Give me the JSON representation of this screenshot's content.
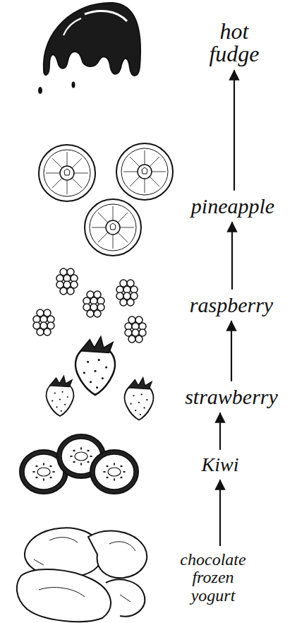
{
  "diagram": {
    "nodes": [
      {
        "text": [
          "hot fudge"
        ]
      },
      {
        "text": [
          "pineapple"
        ]
      },
      {
        "text": [
          "raspberry"
        ]
      },
      {
        "text": [
          "strawberry"
        ]
      },
      {
        "text": [
          "Kiwi"
        ]
      },
      {
        "text": [
          "chocolate frozen yogurt"
        ]
      }
    ],
    "edges": [
      {
        "from": 5,
        "to": 4,
        "arrow": "to"
      },
      {
        "from": 4,
        "to": 3,
        "arrow": "to"
      },
      {
        "from": 3,
        "to": 2,
        "arrow": "to"
      },
      {
        "from": 2,
        "to": 1,
        "arrow": "to"
      },
      {
        "from": 1,
        "to": 0,
        "arrow": "to"
      }
    ]
  }
}
